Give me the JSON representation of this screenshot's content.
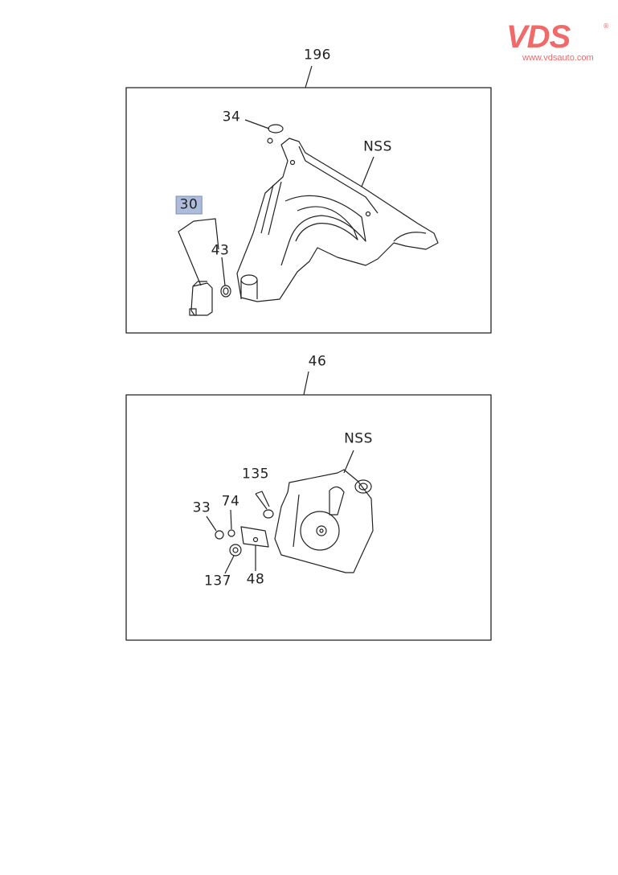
{
  "logo": {
    "brand": "VDS",
    "registered": "®",
    "url": "www.vdsauto.com",
    "color": "#f06a6a"
  },
  "diagrams": [
    {
      "group_number": "196",
      "callouts": [
        {
          "label": "34"
        },
        {
          "label": "NSS"
        },
        {
          "label": "30",
          "highlighted": true
        },
        {
          "label": "43"
        }
      ]
    },
    {
      "group_number": "46",
      "callouts": [
        {
          "label": "NSS"
        },
        {
          "label": "135"
        },
        {
          "label": "33"
        },
        {
          "label": "74"
        },
        {
          "label": "137"
        },
        {
          "label": "48"
        }
      ]
    }
  ],
  "highlight_color": "#aebcdc"
}
